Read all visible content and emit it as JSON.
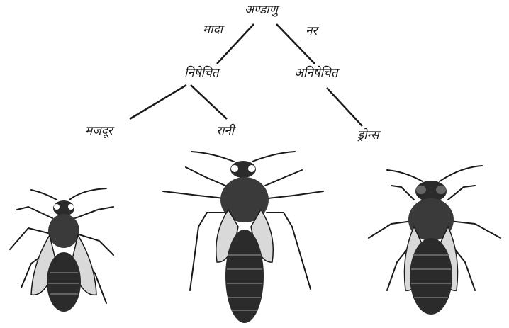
{
  "tree": {
    "root": "अण्डाणु",
    "edge_left": "मादा",
    "edge_right": "नर",
    "fertilized": "निषेचित",
    "unfertilized": "अनिषेचित",
    "worker": "मजदूर",
    "queen": "रानी",
    "drones": "ड्रोन्स"
  },
  "insects": [
    {
      "role": "worker",
      "icon": "worker-bee-icon"
    },
    {
      "role": "queen",
      "icon": "queen-bee-icon"
    },
    {
      "role": "drone",
      "icon": "drone-bee-icon"
    }
  ],
  "colors": {
    "ink": "#1a1a1a",
    "body": "#2b2b2b",
    "wing": "#d9d9d9"
  }
}
